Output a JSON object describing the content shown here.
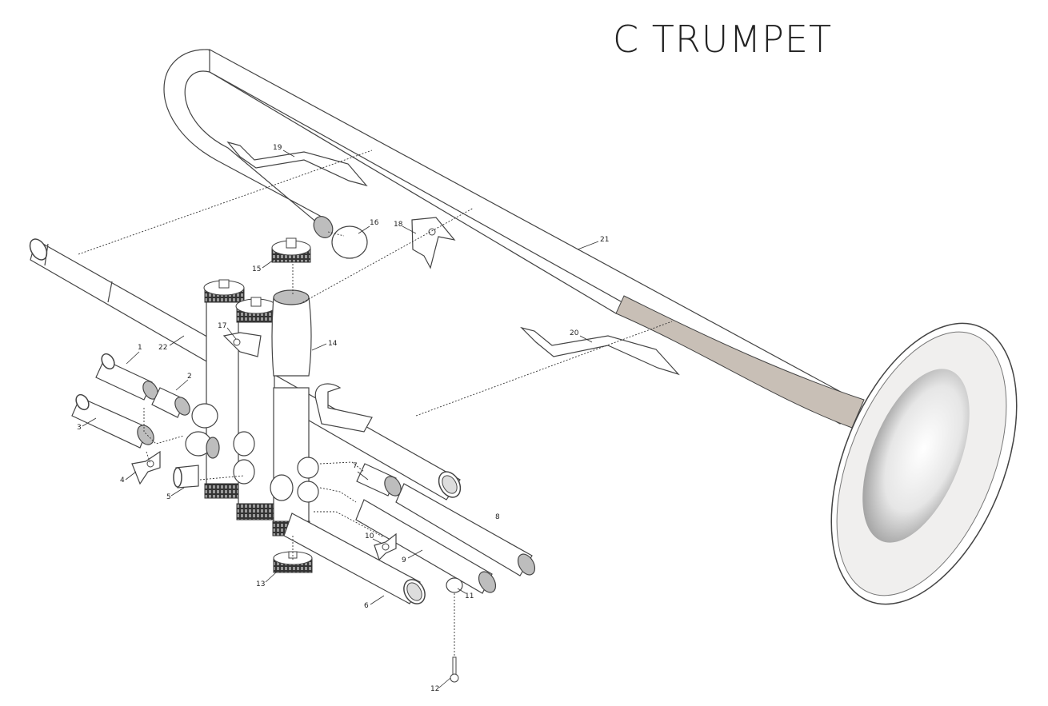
{
  "title": "C TRUMPET",
  "accent_colors": {
    "bell_shade": "#c8bfb6",
    "cap_gray": "#bdbdbd",
    "line": "#444444"
  },
  "labels": [
    "1",
    "2",
    "3",
    "4",
    "5",
    "6",
    "7",
    "8",
    "9",
    "10",
    "11",
    "12",
    "13",
    "14",
    "15",
    "16",
    "17",
    "18",
    "19",
    "20",
    "21",
    "22"
  ]
}
